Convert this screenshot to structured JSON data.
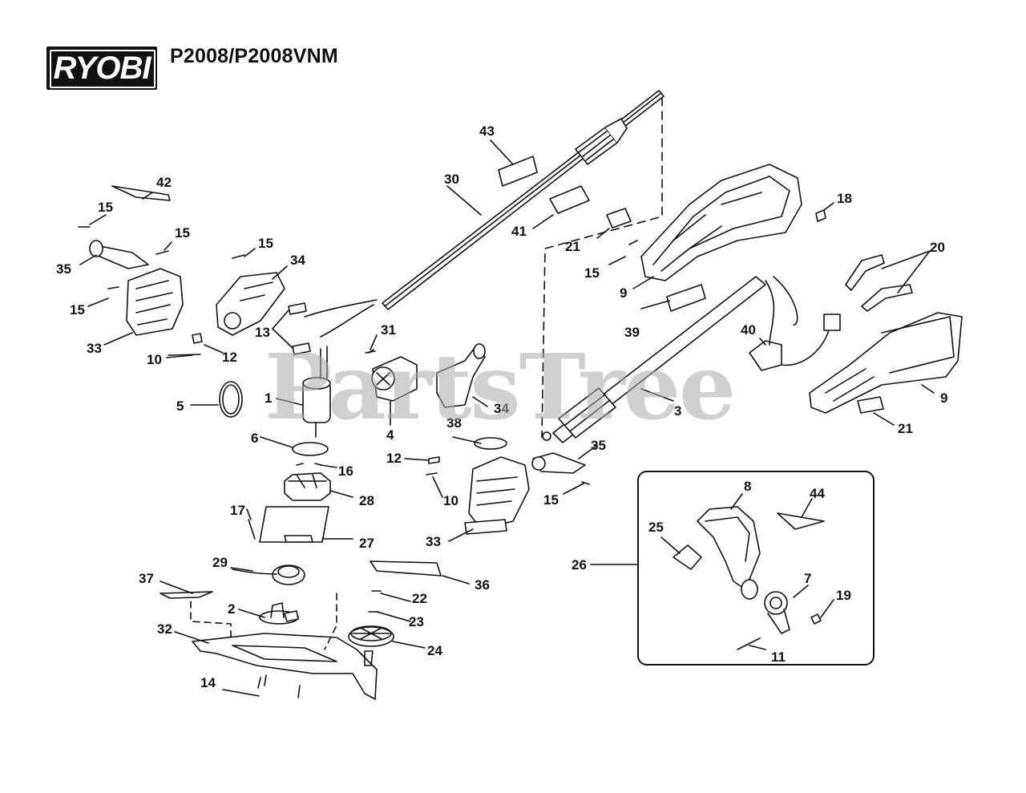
{
  "brand": {
    "logo_text": "RYOBI"
  },
  "header": {
    "model": "P2008/P2008VNM"
  },
  "watermark": "PartsTree",
  "colors": {
    "ink": "#111111",
    "watermark": "#aaaaaa",
    "background": "#ffffff"
  },
  "callouts": [
    {
      "id": "c1",
      "text": "1"
    },
    {
      "id": "c2",
      "text": "2"
    },
    {
      "id": "c3",
      "text": "3"
    },
    {
      "id": "c4",
      "text": "4"
    },
    {
      "id": "c5",
      "text": "5"
    },
    {
      "id": "c6",
      "text": "6"
    },
    {
      "id": "c7",
      "text": "7"
    },
    {
      "id": "c8",
      "text": "8"
    },
    {
      "id": "c9a",
      "text": "9"
    },
    {
      "id": "c9b",
      "text": "9"
    },
    {
      "id": "c10a",
      "text": "10"
    },
    {
      "id": "c10b",
      "text": "10"
    },
    {
      "id": "c11",
      "text": "11"
    },
    {
      "id": "c12a",
      "text": "12"
    },
    {
      "id": "c12b",
      "text": "12"
    },
    {
      "id": "c13",
      "text": "13"
    },
    {
      "id": "c14",
      "text": "14"
    },
    {
      "id": "c15a",
      "text": "15"
    },
    {
      "id": "c15b",
      "text": "15"
    },
    {
      "id": "c15c",
      "text": "15"
    },
    {
      "id": "c15d",
      "text": "15"
    },
    {
      "id": "c15e",
      "text": "15"
    },
    {
      "id": "c15f",
      "text": "15"
    },
    {
      "id": "c16",
      "text": "16"
    },
    {
      "id": "c17",
      "text": "17"
    },
    {
      "id": "c18",
      "text": "18"
    },
    {
      "id": "c19",
      "text": "19"
    },
    {
      "id": "c20",
      "text": "20"
    },
    {
      "id": "c21a",
      "text": "21"
    },
    {
      "id": "c21b",
      "text": "21"
    },
    {
      "id": "c22",
      "text": "22"
    },
    {
      "id": "c23",
      "text": "23"
    },
    {
      "id": "c24",
      "text": "24"
    },
    {
      "id": "c25",
      "text": "25"
    },
    {
      "id": "c26",
      "text": "26"
    },
    {
      "id": "c27",
      "text": "27"
    },
    {
      "id": "c28",
      "text": "28"
    },
    {
      "id": "c29",
      "text": "29"
    },
    {
      "id": "c30",
      "text": "30"
    },
    {
      "id": "c31",
      "text": "31"
    },
    {
      "id": "c32",
      "text": "32"
    },
    {
      "id": "c33a",
      "text": "33"
    },
    {
      "id": "c33b",
      "text": "33"
    },
    {
      "id": "c34a",
      "text": "34"
    },
    {
      "id": "c34b",
      "text": "34"
    },
    {
      "id": "c35a",
      "text": "35"
    },
    {
      "id": "c35b",
      "text": "35"
    },
    {
      "id": "c36",
      "text": "36"
    },
    {
      "id": "c37",
      "text": "37"
    },
    {
      "id": "c38",
      "text": "38"
    },
    {
      "id": "c39",
      "text": "39"
    },
    {
      "id": "c40",
      "text": "40"
    },
    {
      "id": "c41",
      "text": "41"
    },
    {
      "id": "c42",
      "text": "42"
    },
    {
      "id": "c43",
      "text": "43"
    },
    {
      "id": "c44",
      "text": "44"
    }
  ]
}
